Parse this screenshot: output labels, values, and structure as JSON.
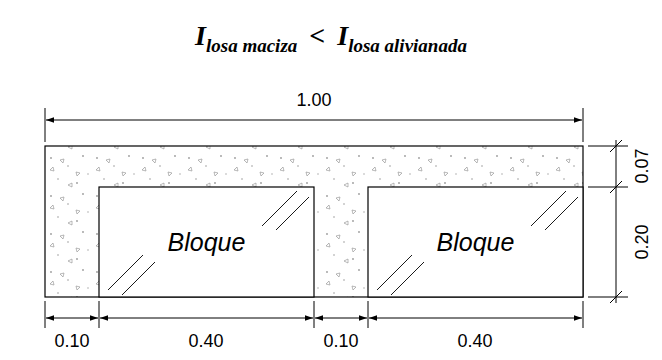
{
  "diagram": {
    "nodes": [
      {
        "text": [
          "Bloque"
        ]
      },
      {
        "text": [
          "Bloque"
        ]
      }
    ],
    "labels": [
      "I",
      "losa maciza",
      "<",
      "I",
      "losa alivianada",
      "1.00",
      "0.07",
      "0.20",
      "0.10",
      "0.40",
      "0.10",
      "0.40"
    ]
  }
}
